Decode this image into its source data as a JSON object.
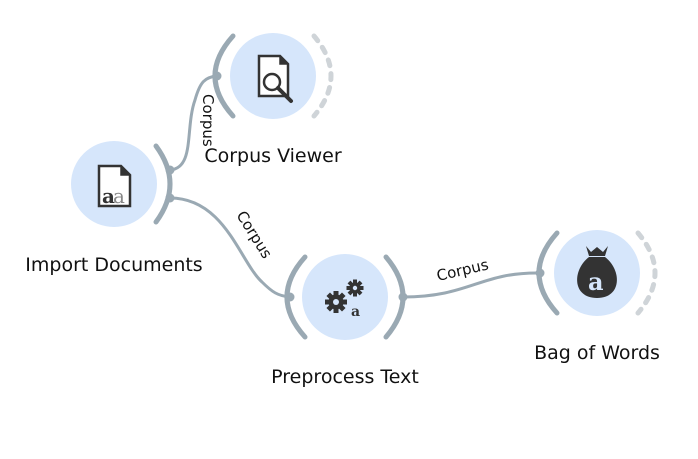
{
  "canvas": {
    "background": "#ffffff",
    "node_fill": "#d6e6fb",
    "channel_color": "#9aa9b3",
    "open_channel_color": "#cfd4d8",
    "icon_color": "#333333"
  },
  "nodes": [
    {
      "id": "import-documents",
      "label": "Import Documents",
      "icon": "document-text-icon",
      "inputs": false,
      "outputs": true
    },
    {
      "id": "corpus-viewer",
      "label": "Corpus Viewer",
      "icon": "document-magnifier-icon",
      "inputs": true,
      "outputs": "open"
    },
    {
      "id": "preprocess-text",
      "label": "Preprocess Text",
      "icon": "gears-text-icon",
      "inputs": true,
      "outputs": true
    },
    {
      "id": "bag-of-words",
      "label": "Bag of Words",
      "icon": "money-bag-icon",
      "inputs": true,
      "outputs": "open"
    }
  ],
  "links": [
    {
      "from": "import-documents",
      "to": "corpus-viewer",
      "label": "Corpus"
    },
    {
      "from": "import-documents",
      "to": "preprocess-text",
      "label": "Corpus"
    },
    {
      "from": "preprocess-text",
      "to": "bag-of-words",
      "label": "Corpus"
    }
  ]
}
